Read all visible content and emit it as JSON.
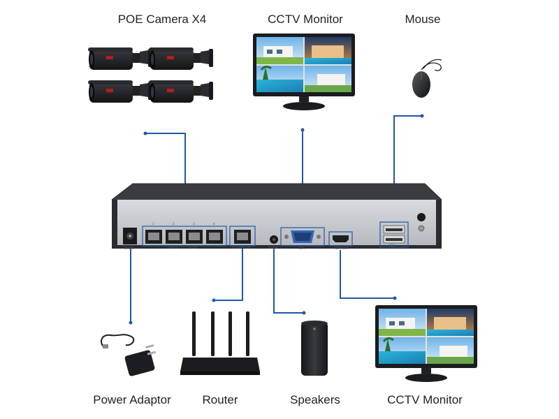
{
  "labels": {
    "poe_camera": "POE Camera X4",
    "cctv_monitor_top": "CCTV Monitor",
    "mouse": "Mouse",
    "power_adaptor": "Power Adaptor",
    "router": "Router",
    "speakers": "Speakers",
    "cctv_monitor_bottom": "CCTV Monitor"
  },
  "nvr_ports": {
    "dc_in": "DC48V",
    "poe_numbers": [
      "1",
      "2",
      "3",
      "4"
    ],
    "poe_group_a": "LINK/ACT",
    "poe_group_b": "10/100",
    "lan": "10/100M LAN",
    "audio_out": "AUDIO",
    "vga": "VGA",
    "hdmi": "HDMI OUT",
    "usb": "USB"
  },
  "colors": {
    "connector_line": "#1f57a8",
    "nvr_body": "#c8cacd",
    "nvr_top": "#3a3c40",
    "device_dark": "#1c1d20"
  }
}
